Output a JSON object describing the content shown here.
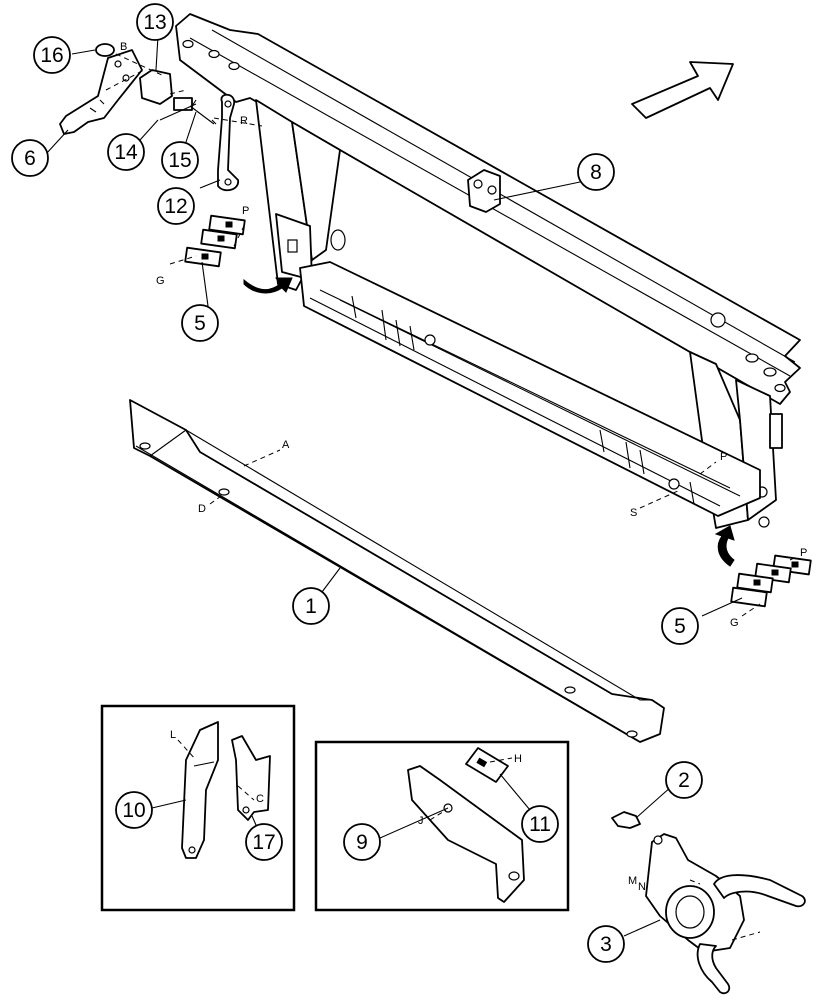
{
  "callouts": [
    {
      "id": "c16",
      "label": "16"
    },
    {
      "id": "c13",
      "label": "13"
    },
    {
      "id": "c6",
      "label": "6"
    },
    {
      "id": "c14",
      "label": "14"
    },
    {
      "id": "c15",
      "label": "15"
    },
    {
      "id": "c12",
      "label": "12"
    },
    {
      "id": "c8",
      "label": "8"
    },
    {
      "id": "c5a",
      "label": "5"
    },
    {
      "id": "c1",
      "label": "1"
    },
    {
      "id": "c5b",
      "label": "5"
    },
    {
      "id": "c2",
      "label": "2"
    },
    {
      "id": "c10",
      "label": "10"
    },
    {
      "id": "c17",
      "label": "17"
    },
    {
      "id": "c9",
      "label": "9"
    },
    {
      "id": "c11",
      "label": "11"
    },
    {
      "id": "c3",
      "label": "3"
    }
  ],
  "letters": [
    {
      "id": "B",
      "label": "B"
    },
    {
      "id": "R",
      "label": "R"
    },
    {
      "id": "P1",
      "label": "P"
    },
    {
      "id": "G1",
      "label": "G"
    },
    {
      "id": "A",
      "label": "A"
    },
    {
      "id": "D",
      "label": "D"
    },
    {
      "id": "P2",
      "label": "P"
    },
    {
      "id": "S",
      "label": "S"
    },
    {
      "id": "P3",
      "label": "P"
    },
    {
      "id": "G2",
      "label": "G"
    },
    {
      "id": "L",
      "label": "L"
    },
    {
      "id": "C",
      "label": "C"
    },
    {
      "id": "H",
      "label": "H"
    },
    {
      "id": "J",
      "label": "J"
    },
    {
      "id": "M",
      "label": "M"
    },
    {
      "id": "N",
      "label": "N"
    }
  ]
}
